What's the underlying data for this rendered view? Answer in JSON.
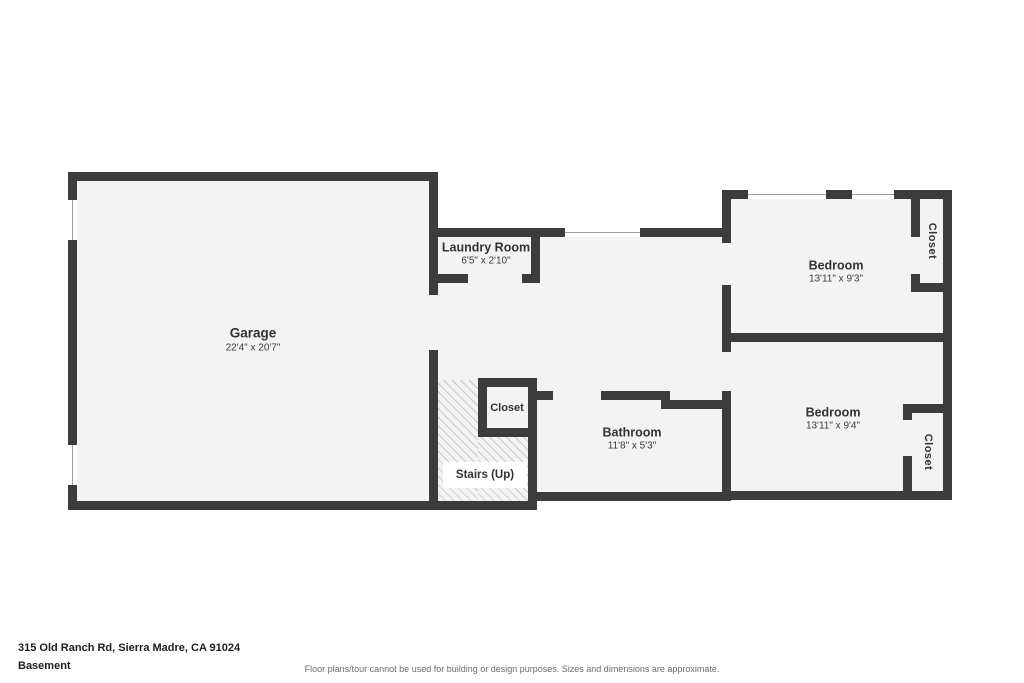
{
  "colors": {
    "wall": "#3c3c3c",
    "floor": "#f3f3f3",
    "hatch_line": "#c9c9c9",
    "text": "#333333"
  },
  "rooms": {
    "garage": {
      "name": "Garage",
      "dims": "22'4\" x 20'7\""
    },
    "laundry": {
      "name": "Laundry Room",
      "dims": "6'5\" x 2'10\""
    },
    "bedroom_top": {
      "name": "Bedroom",
      "dims": "13'11\" x 9'3\""
    },
    "bedroom_bottom": {
      "name": "Bedroom",
      "dims": "13'11\" x 9'4\""
    },
    "bathroom": {
      "name": "Bathroom",
      "dims": "11'8\" x 5'3\""
    },
    "closet_top": {
      "name": "Closet"
    },
    "closet_bottom": {
      "name": "Closet"
    },
    "closet_hall": {
      "name": "Closet"
    },
    "stairs": {
      "name": "Stairs (Up)"
    }
  },
  "footer": {
    "address": "315 Old Ranch Rd, Sierra Madre, CA 91024",
    "level": "Basement",
    "disclaimer": "Floor plans/tour cannot be used for building or design purposes. Sizes and dimensions are approximate."
  }
}
